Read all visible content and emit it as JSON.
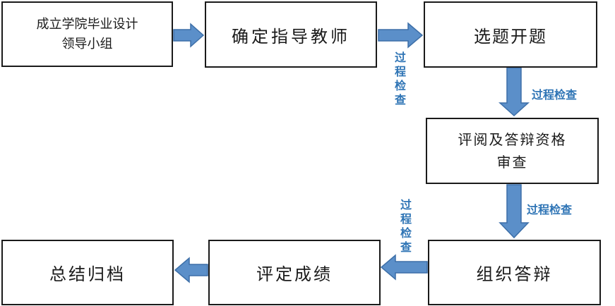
{
  "colors": {
    "arrow_fill": "#5b8fc9",
    "arrow_stroke": "#3d6fa8",
    "label": "#2e74b5",
    "border": "#1a1a1a"
  },
  "nodes": {
    "n1": {
      "line1": "成立学院毕业设计",
      "line2": "领导小组"
    },
    "n2": {
      "text": "确定指导教师"
    },
    "n3": {
      "text": "选题开题"
    },
    "n4": {
      "line1": "评阅及答辩资格",
      "line2": "审查"
    },
    "n5": {
      "text": "组织答辩"
    },
    "n6": {
      "text": "评定成绩"
    },
    "n7": {
      "text": "总结归档"
    }
  },
  "labels": {
    "l1": "过\n程\n检\n查",
    "l2": "过程检查",
    "l3": "过程检查",
    "l4": "过\n程\n检\n查"
  }
}
